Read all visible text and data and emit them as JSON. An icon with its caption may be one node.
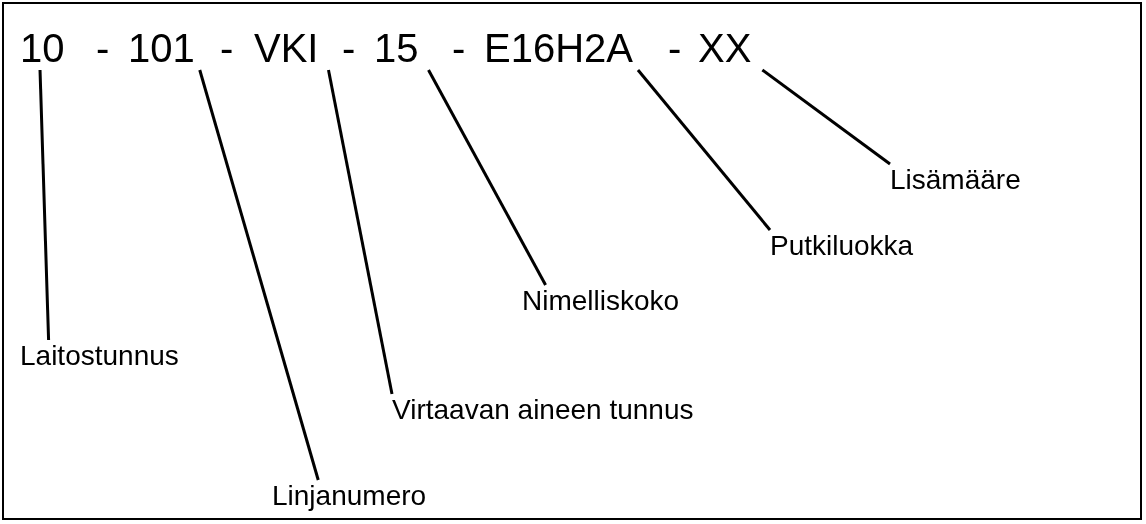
{
  "diagram": {
    "nodes": [
      {
        "text": [
          "10"
        ]
      },
      {
        "text": [
          "101"
        ]
      },
      {
        "text": [
          "VKI"
        ]
      },
      {
        "text": [
          "15"
        ]
      },
      {
        "text": [
          "E16H2A"
        ]
      },
      {
        "text": [
          "XX"
        ]
      },
      {
        "text": [
          "Laitostunnus"
        ]
      },
      {
        "text": [
          "Linjanumero"
        ]
      },
      {
        "text": [
          "Virtaavan aineen tunnus"
        ]
      },
      {
        "text": [
          "Nimelliskoko"
        ]
      },
      {
        "text": [
          "Putkiluokka"
        ]
      },
      {
        "text": [
          "Lisämääre"
        ]
      }
    ],
    "edges": [
      {
        "from": 6,
        "to": 0,
        "arrow": "none"
      },
      {
        "from": 7,
        "to": 1,
        "arrow": "none"
      },
      {
        "from": 8,
        "to": 2,
        "arrow": "none"
      },
      {
        "from": 9,
        "to": 3,
        "arrow": "none"
      },
      {
        "from": 10,
        "to": 4,
        "arrow": "none"
      },
      {
        "from": 11,
        "to": 5,
        "arrow": "none"
      }
    ],
    "labels": [
      "-",
      "-",
      "-",
      "-",
      "-"
    ]
  }
}
